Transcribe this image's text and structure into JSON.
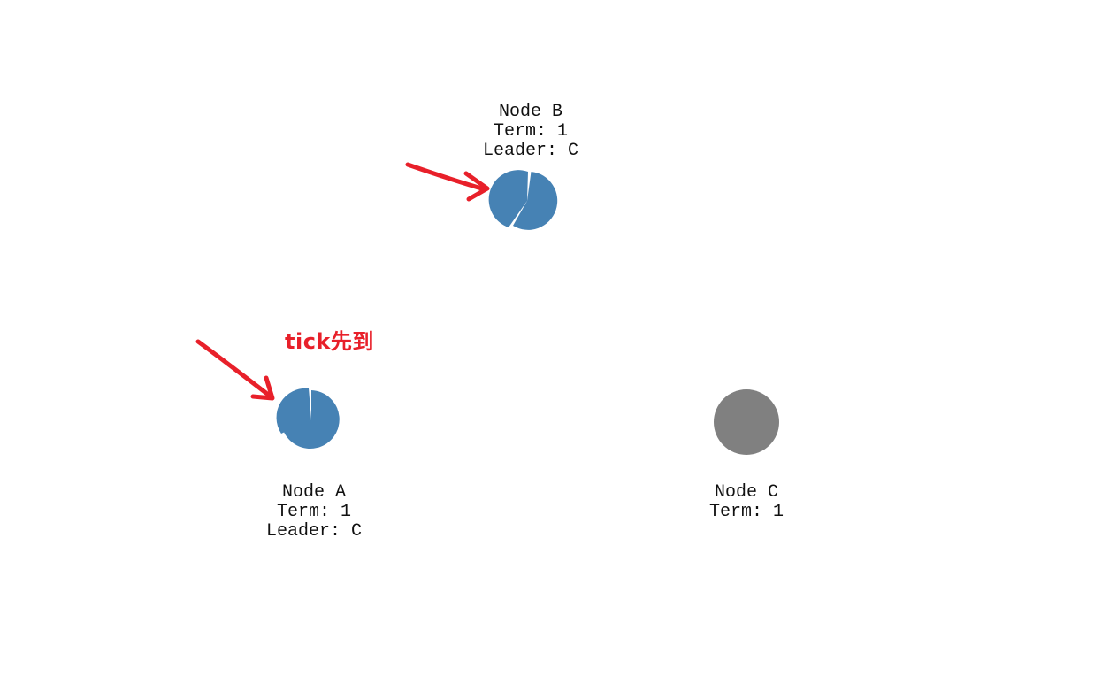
{
  "nodes": [
    {
      "id": "b",
      "name": "Node B",
      "term": "Term: 1",
      "leader": "Leader: C",
      "color": "#4682B4",
      "state": "follower-timer-partial"
    },
    {
      "id": "a",
      "name": "Node A",
      "term": "Term: 1",
      "leader": "Leader: C",
      "color": "#4682B4",
      "state": "follower-timer-partial"
    },
    {
      "id": "c",
      "name": "Node C",
      "term": "Term: 1",
      "leader": "",
      "color": "#808080",
      "state": "stopped"
    }
  ],
  "annotation": {
    "text": "tick先到",
    "color": "#E8202A"
  },
  "arrow_color": "#E8202A"
}
